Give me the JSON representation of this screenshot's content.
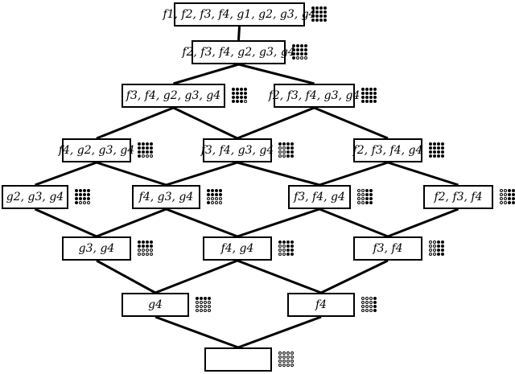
{
  "nodes": [
    {
      "label": "f1, f2, f3, f4, g1, g2, g3, g4",
      "dots": "1111111111111111"
    },
    {
      "label": "f2, f3, f4, g2, g3, g4",
      "dots": "1111111111111000"
    },
    {
      "label": "f3, f4, g2, g3, g4",
      "dots": "1111111111111110"
    },
    {
      "label": "f2, f3, f4, g3, g4",
      "dots": "1111111111111111"
    },
    {
      "label": "f4, g2, g3, g4",
      "dots": "1111111111111000"
    },
    {
      "label": "f3, f4, g3, g4",
      "dots": "1111001100110011"
    },
    {
      "label": "f2, f3, f4, g4",
      "dots": "1111111111111111"
    },
    {
      "label": "g2, g3, g4",
      "dots": "1111111111111000"
    },
    {
      "label": "f4, g3, g4",
      "dots": "1111111100001000"
    },
    {
      "label": "f3, f4, g4",
      "dots": "0011001100110011"
    },
    {
      "label": "f2, f3, f4",
      "dots": "0011001100110011"
    },
    {
      "label": "g3, g4",
      "dots": "1111111100000000"
    },
    {
      "label": "f4, g4",
      "dots": "1111001100110011"
    },
    {
      "label": "f3, f4",
      "dots": "0011001100110011"
    },
    {
      "label": "g4",
      "dots": "1111000000000000"
    },
    {
      "label": "f4",
      "dots": "0001000100010001"
    },
    {
      "label": "",
      "dots": "0000000000000000"
    }
  ],
  "edges": [
    [
      0,
      1
    ],
    [
      1,
      2
    ],
    [
      1,
      3
    ],
    [
      2,
      4
    ],
    [
      2,
      5
    ],
    [
      3,
      5
    ],
    [
      3,
      6
    ],
    [
      4,
      7
    ],
    [
      4,
      8
    ],
    [
      5,
      8
    ],
    [
      5,
      9
    ],
    [
      6,
      9
    ],
    [
      6,
      10
    ],
    [
      7,
      11
    ],
    [
      8,
      11
    ],
    [
      8,
      12
    ],
    [
      9,
      12
    ],
    [
      9,
      13
    ],
    [
      10,
      13
    ],
    [
      11,
      14
    ],
    [
      12,
      14
    ],
    [
      12,
      15
    ],
    [
      13,
      15
    ],
    [
      14,
      16
    ],
    [
      15,
      16
    ]
  ]
}
